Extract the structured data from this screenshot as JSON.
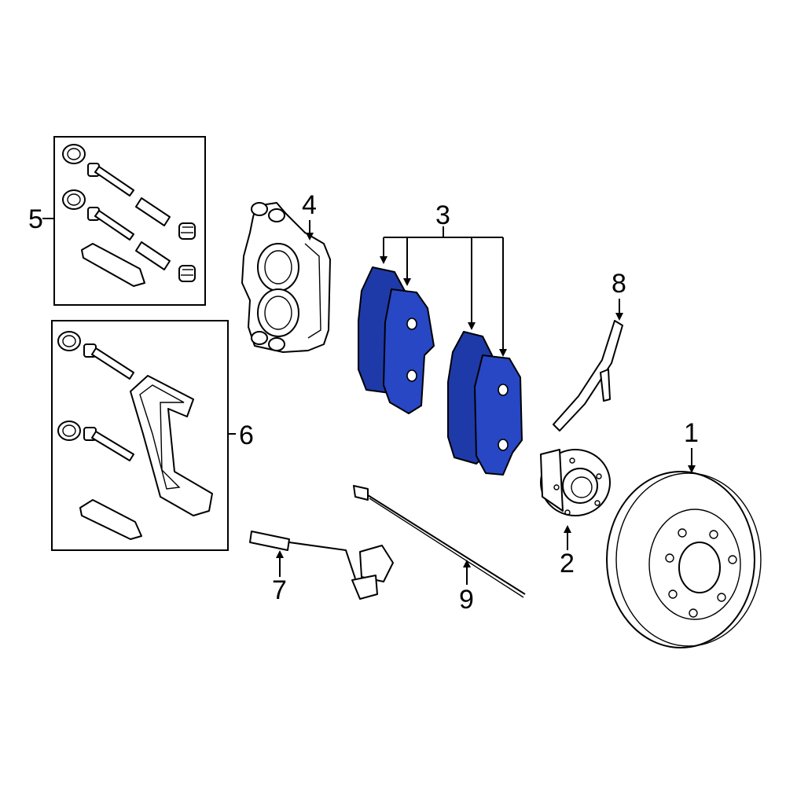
{
  "callouts": {
    "c1": "1",
    "c2": "2",
    "c3": "3",
    "c4": "4",
    "c5": "5",
    "c6": "6",
    "c7": "7",
    "c8": "8",
    "c9": "9"
  },
  "colors": {
    "highlight": "#1e3aa8",
    "line": "#000000",
    "background": "#ffffff"
  }
}
